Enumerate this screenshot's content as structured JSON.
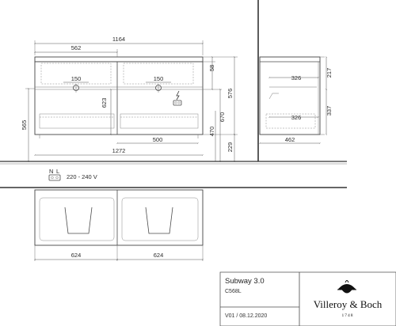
{
  "title_block": {
    "product": "Subway 3.0",
    "code": "C568L",
    "revision": "V01 / 08.12.2020",
    "brand": "Villeroy & Boch",
    "brand_year": "1748"
  },
  "front_view": {
    "overall_width": "1164",
    "drawer_width": "562",
    "drill_left": "150",
    "drill_right": "150",
    "top_height": "58",
    "inner_height": "623",
    "cabinet_height": "576",
    "front_height": "670",
    "lower_height": "470",
    "floor_height": "229",
    "mount_height": "565",
    "drain_spacing": "500",
    "outer_width": "1272"
  },
  "side_view": {
    "top_depth": "326",
    "bottom_depth": "326",
    "upper_height": "217",
    "lower_height": "337",
    "total_depth": "462"
  },
  "electrical": {
    "terminal_n": "N",
    "terminal_l": "L",
    "voltage": "220 - 240 V"
  },
  "plan_view": {
    "left_width": "624",
    "right_width": "624"
  },
  "colors": {
    "line": "#4a4a4a",
    "background": "#ffffff"
  }
}
